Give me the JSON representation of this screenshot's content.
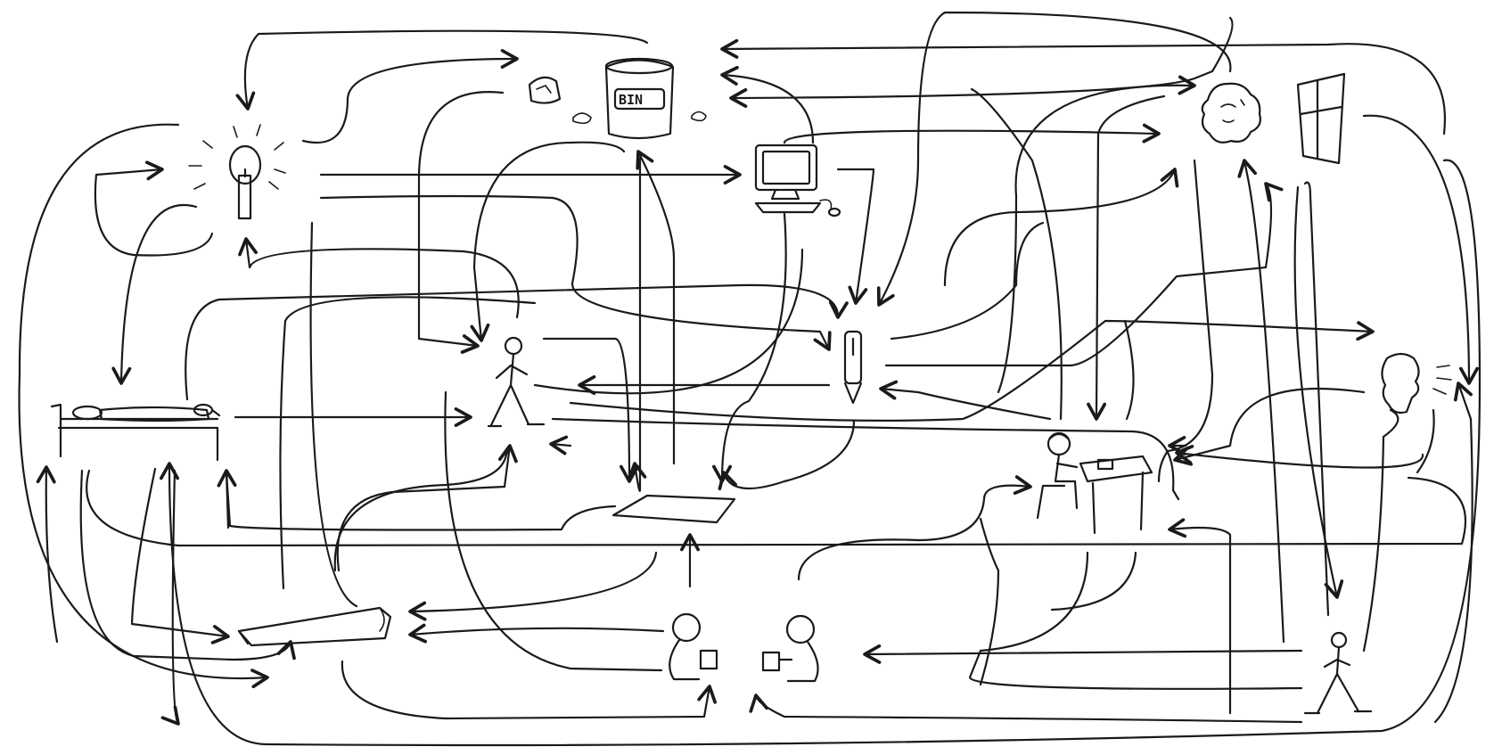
{
  "diagram": {
    "bin_label": "BIN",
    "nodes": [
      {
        "id": "bin",
        "icon": "bin-icon"
      },
      {
        "id": "recycle",
        "icon": "recycle-item-icon"
      },
      {
        "id": "candle",
        "icon": "candle-icon"
      },
      {
        "id": "computer",
        "icon": "computer-icon"
      },
      {
        "id": "head-1",
        "icon": "thinking-head-icon"
      },
      {
        "id": "window",
        "icon": "window-icon"
      },
      {
        "id": "walking-person",
        "icon": "walking-person-icon"
      },
      {
        "id": "pen",
        "icon": "pen-icon"
      },
      {
        "id": "bed",
        "icon": "bed-icon"
      },
      {
        "id": "paper",
        "icon": "paper-sheet-icon"
      },
      {
        "id": "desk-worker",
        "icon": "person-at-desk-icon"
      },
      {
        "id": "head-2",
        "icon": "shouting-head-icon"
      },
      {
        "id": "book",
        "icon": "book-icon"
      },
      {
        "id": "conversation",
        "icon": "two-people-talking-icon"
      },
      {
        "id": "walker-2",
        "icon": "walking-person-icon"
      }
    ]
  }
}
